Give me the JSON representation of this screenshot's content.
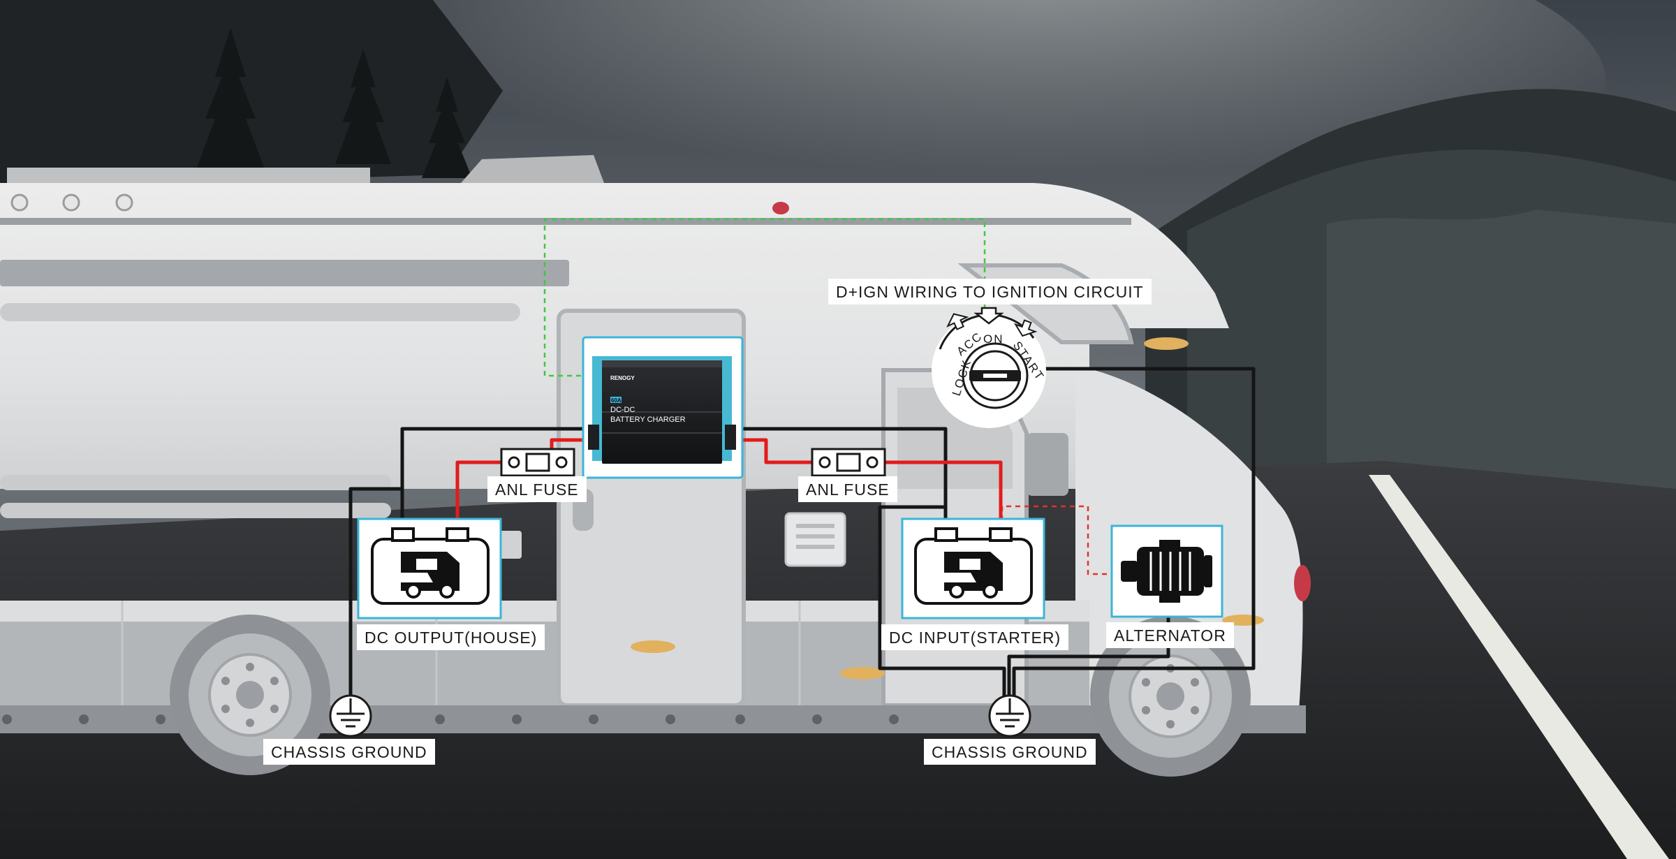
{
  "labels": {
    "ignition": "D+IGN WIRING TO IGNITION CIRCUIT",
    "anl_fuse_left": "ANL FUSE",
    "anl_fuse_right": "ANL FUSE",
    "dc_output": "DC OUTPUT(HOUSE)",
    "dc_input": "DC INPUT(STARTER)",
    "alternator": "ALTERNATOR",
    "chassis_ground_left": "CHASSIS GROUND",
    "chassis_ground_right": "CHASSIS GROUND"
  },
  "charger": {
    "brand": "RENOGY",
    "rating": "60A",
    "line1": "DC-DC",
    "line2": "BATTERY CHARGER"
  },
  "ignition_switch": {
    "positions": [
      "LOCK",
      "ACC",
      "ON",
      "START"
    ]
  },
  "colors": {
    "positive_wire": "#e31b1b",
    "negative_wire": "#151515",
    "signal_wire_green": "#3ec93e",
    "signal_wire_red": "#e33030",
    "component_frame": "#3bb5d8"
  }
}
